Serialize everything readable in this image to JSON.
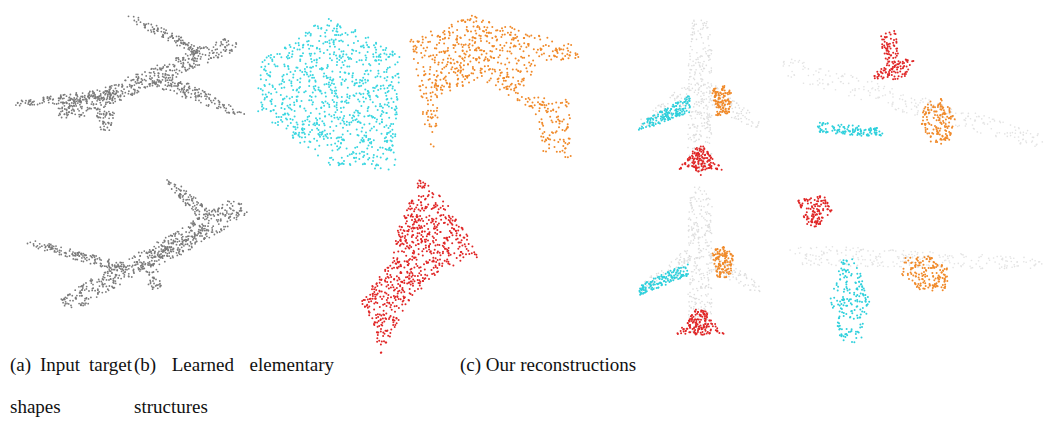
{
  "diagram": {
    "labels": [
      "(a) Input target shapes",
      "(b) Learned elementary structures",
      "(c) Our reconstructions"
    ]
  }
}
